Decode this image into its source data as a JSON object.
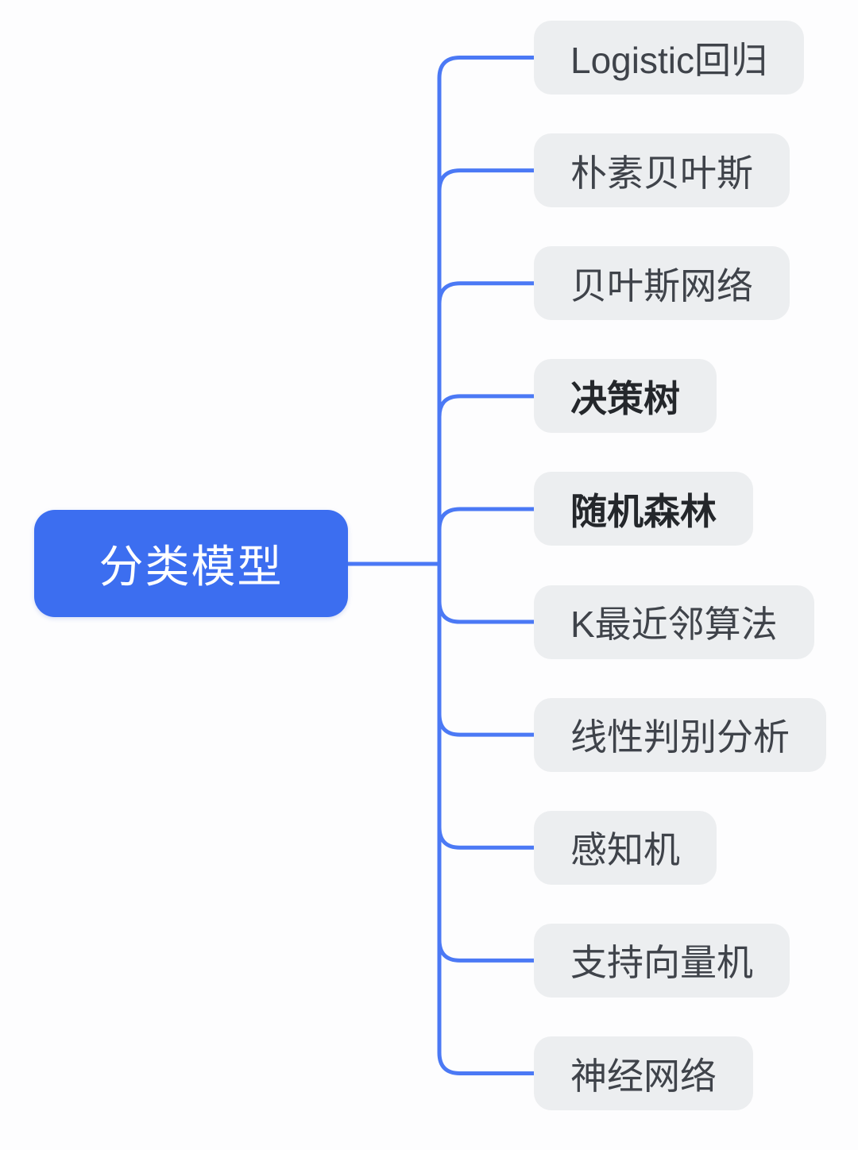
{
  "root": {
    "label": "分类模型"
  },
  "children": [
    {
      "label": "Logistic回归",
      "bold": false
    },
    {
      "label": "朴素贝叶斯",
      "bold": false
    },
    {
      "label": "贝叶斯网络",
      "bold": false
    },
    {
      "label": "决策树",
      "bold": true
    },
    {
      "label": "随机森林",
      "bold": true
    },
    {
      "label": "K最近邻算法",
      "bold": false
    },
    {
      "label": "线性判别分析",
      "bold": false
    },
    {
      "label": "感知机",
      "bold": false
    },
    {
      "label": "支持向量机",
      "bold": false
    },
    {
      "label": "神经网络",
      "bold": false
    }
  ],
  "colors": {
    "root_bg": "#3c6ef0",
    "root_text": "#ffffff",
    "branch_line": "#4b79f5",
    "child_bg": "#eceef0",
    "child_text": "#3f434a",
    "child_text_bold": "#24272b"
  }
}
